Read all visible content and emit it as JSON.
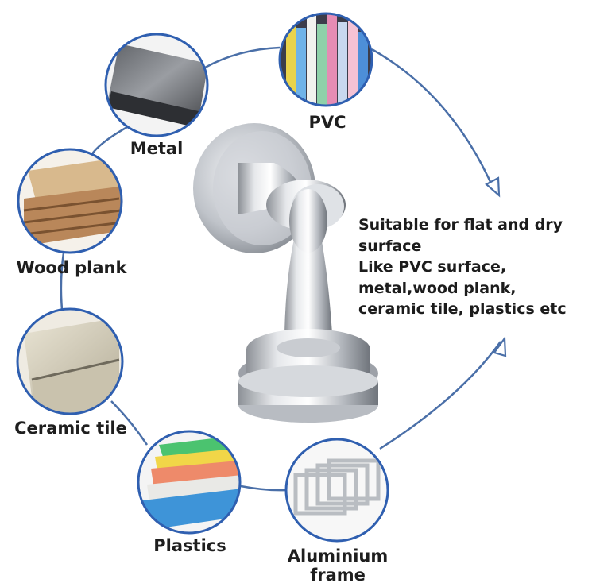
{
  "materials": [
    {
      "label": "PVC"
    },
    {
      "label": "Metal"
    },
    {
      "label": "Wood plank"
    },
    {
      "label": "Ceramic tile"
    },
    {
      "label": "Plastics"
    },
    {
      "label": "Aluminium frame",
      "lines": [
        "Aluminium",
        "frame"
      ]
    }
  ],
  "description": {
    "lines": [
      "Suitable for flat and dry",
      "surface",
      "Like PVC surface,",
      "metal,wood plank,",
      "ceramic tile, plastics etc"
    ]
  },
  "colors": {
    "ring": "#4a6fa8",
    "circle_border": "#2f5fb0",
    "text": "#1e1e1e"
  }
}
